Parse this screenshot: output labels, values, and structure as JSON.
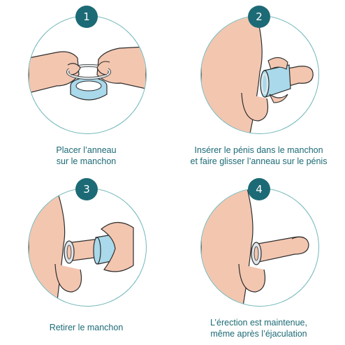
{
  "colors": {
    "accent": "#1c6a75",
    "circle_border": "#73b7ba",
    "skin": "#f3c6b0",
    "skin_outline": "#2d2d2d",
    "sleeve": "#a9d9ea",
    "ring": "#dfe6ea"
  },
  "steps": [
    {
      "number": "1",
      "icon": "hands-placing-ring-on-sleeve-illustration",
      "caption_lines": [
        "Placer l’anneau",
        "sur le manchon"
      ]
    },
    {
      "number": "2",
      "icon": "insert-penis-in-sleeve-illustration",
      "caption_lines": [
        "Insérer le pénis dans le manchon",
        "et faire glisser l’anneau sur le pénis"
      ]
    },
    {
      "number": "3",
      "icon": "remove-sleeve-illustration",
      "caption_lines": [
        "Retirer le manchon"
      ]
    },
    {
      "number": "4",
      "icon": "erection-maintained-illustration",
      "caption_lines": [
        "L’érection est maintenue,",
        "même après l’éjaculation"
      ]
    }
  ]
}
